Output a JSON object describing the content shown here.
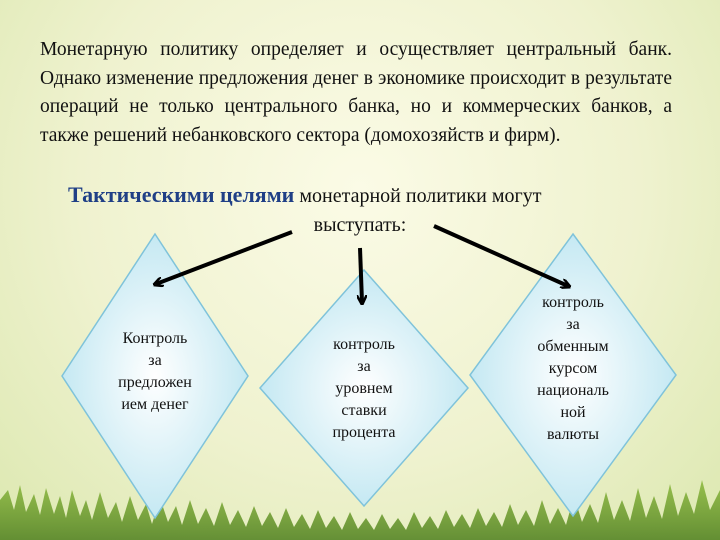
{
  "paragraph": "Монетарную политику определяет и осуществляет центральный банк. Однако изменение предложения денег в экономике происходит в результате операций не только центрального банка, но и коммерческих банков, а также решений небанковского сектора (домохозяйств и фирм).",
  "heading": {
    "emphasis": "Тактическими целями",
    "rest_line1": " монетарной политики могут",
    "rest_line2": "выступать:"
  },
  "diamonds": [
    {
      "lines": [
        "Контроль",
        "за",
        "предложен",
        "ием денег"
      ]
    },
    {
      "lines": [
        "контроль",
        "за",
        "уровнем",
        "ставки",
        "процента"
      ]
    },
    {
      "lines": [
        "контроль",
        "за",
        "обменным",
        "курсом",
        "националь",
        "ной",
        "валюты"
      ]
    }
  ],
  "colors": {
    "heading_emphasis": "#1f3f86",
    "diamond_fill_center": "#ffffff",
    "diamond_fill_edge": "#b9e4f0",
    "diamond_stroke": "#7fc3da",
    "arrow": "#000000"
  }
}
